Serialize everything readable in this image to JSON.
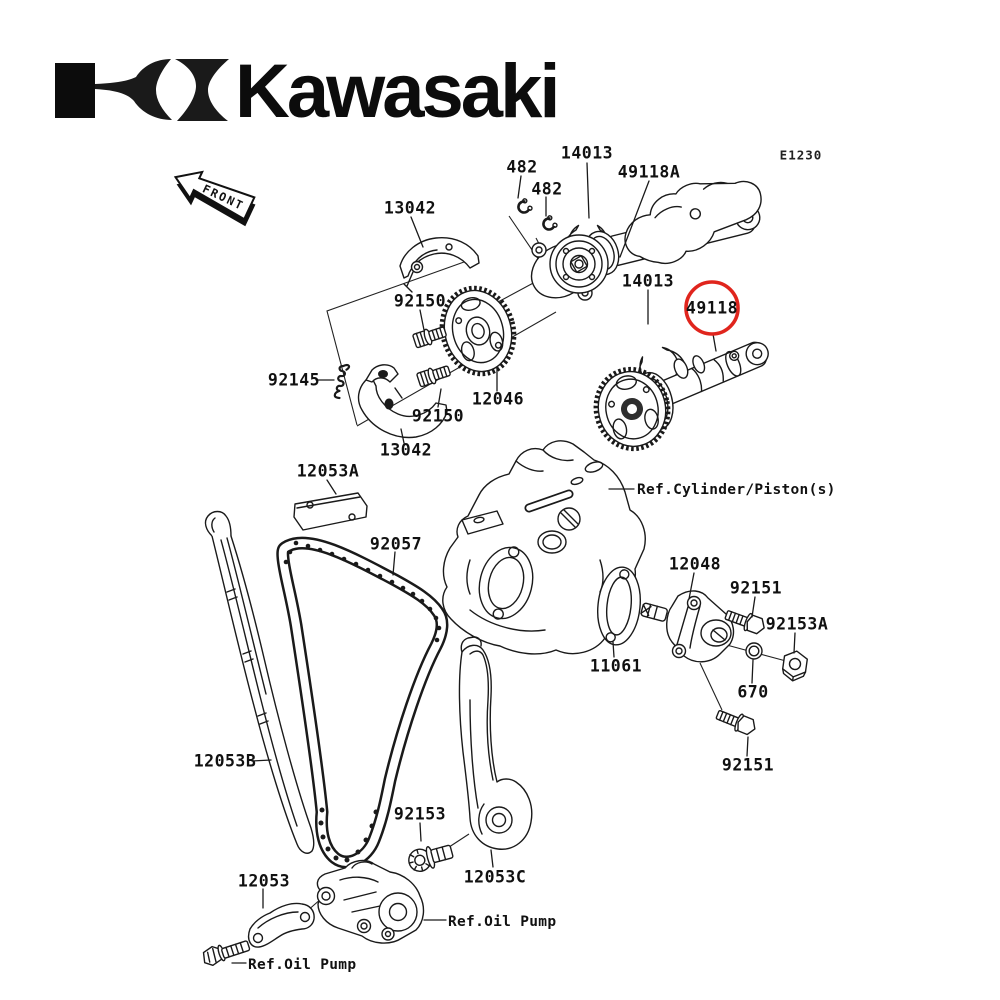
{
  "brand": {
    "name": "Kawasaki",
    "mark": "kawasaki-river-mark"
  },
  "diagram": {
    "code": "E1230",
    "front_label": "FRONT",
    "highlighted_part": "49118",
    "highlight_color": "#e0251d",
    "line_color": "#1a1a1a",
    "parts": {
      "p14013_a": "14013",
      "p482_a": "482",
      "p482_b": "482",
      "p49118a": "49118A",
      "p13042_a": "13042",
      "p92150_a": "92150",
      "p92145": "92145",
      "p12046": "12046",
      "p92150_b": "92150",
      "p13042_b": "13042",
      "p14013_b": "14013",
      "p49118": "49118",
      "p12053a": "12053A",
      "p92057": "92057",
      "p12053b": "12053B",
      "p12048": "12048",
      "p92151_a": "92151",
      "p92153a_nut": "92153A",
      "p11061": "11061",
      "p670": "670",
      "p92151_b": "92151",
      "p92153": "92153",
      "p12053c": "12053C",
      "p12053": "12053"
    },
    "references": {
      "cylinder": "Ref.Cylinder/Piston(s)",
      "oil_pump_a": "Ref.Oil Pump",
      "oil_pump_b": "Ref.Oil Pump"
    }
  }
}
